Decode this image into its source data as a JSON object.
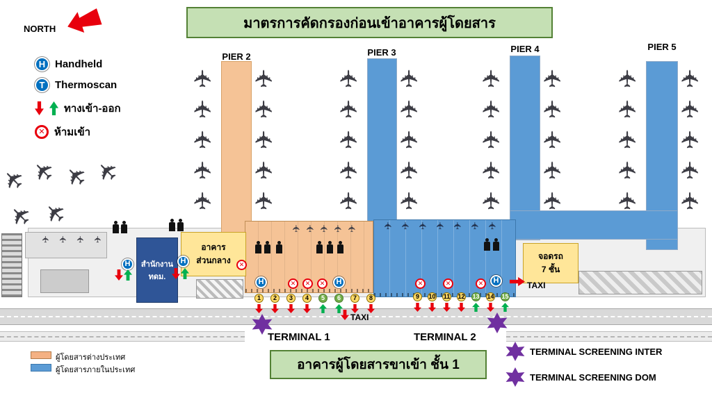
{
  "north": {
    "label": "NORTH"
  },
  "top_banner": {
    "text": "มาตรการคัดกรองก่อนเข้าอาคารผู้โดยสาร"
  },
  "bottom_banner": {
    "text": "อาคารผู้โดยสารขาเข้า ชั้น 1"
  },
  "legend": {
    "handheld_icon": "H",
    "handheld_label": "Handheld",
    "thermoscan_icon": "T",
    "thermoscan_label": "Thermoscan",
    "entry_exit_label": "ทางเข้า-ออก",
    "no_entry_label": "ห้ามเข้า"
  },
  "piers": [
    {
      "label": "PIER 2"
    },
    {
      "label": "PIER 3"
    },
    {
      "label": "PIER 4"
    },
    {
      "label": "PIER 5"
    }
  ],
  "buildings": {
    "office": {
      "line1": "สำนักงาน",
      "line2": "ทดม."
    },
    "central": {
      "line1": "อาคาร",
      "line2": "ส่วนกลาง"
    },
    "parking": {
      "line1": "จอดรถ",
      "line2": "7 ชั้น"
    }
  },
  "terminals": {
    "t1": "TERMINAL 1",
    "t2": "TERMINAL 2"
  },
  "taxi": {
    "center": "TAXI",
    "right": "TAXI"
  },
  "screening_legend": {
    "inter": "TERMINAL SCREENING INTER",
    "dom": "TERMINAL SCREENING DOM"
  },
  "passenger_legend": [
    {
      "label": "ผู้โดยสารต่างประเทศ",
      "color": "#F4B183"
    },
    {
      "label": "ผู้โดยสารภายในประเทศ",
      "color": "#5B9BD5"
    }
  ],
  "gates": {
    "t1": [
      {
        "n": "1",
        "green": false
      },
      {
        "n": "2",
        "green": false
      },
      {
        "n": "3",
        "green": false
      },
      {
        "n": "4",
        "green": false
      },
      {
        "n": "5",
        "green": true
      },
      {
        "n": "6",
        "green": true
      },
      {
        "n": "7",
        "green": false
      },
      {
        "n": "8",
        "green": false
      }
    ],
    "t2": [
      {
        "n": "9",
        "green": false
      },
      {
        "n": "10",
        "green": false
      },
      {
        "n": "11",
        "green": false
      },
      {
        "n": "12",
        "green": false
      },
      {
        "n": "13",
        "green": true
      },
      {
        "n": "14",
        "green": false
      },
      {
        "n": "15",
        "green": true
      }
    ]
  },
  "icons": {
    "plane": "✈",
    "no_entry": "✕",
    "handheld": "H",
    "thermoscan": "T"
  },
  "colors": {
    "international": "#F4B183",
    "domestic": "#5B9BD5",
    "pier_orange": "#F5C396",
    "pier_blue": "#5B9BD5",
    "screening_star": "#7030A0",
    "banner_green": "#C5E0B4",
    "entry_red": "#E8000D",
    "exit_green": "#00B050"
  }
}
